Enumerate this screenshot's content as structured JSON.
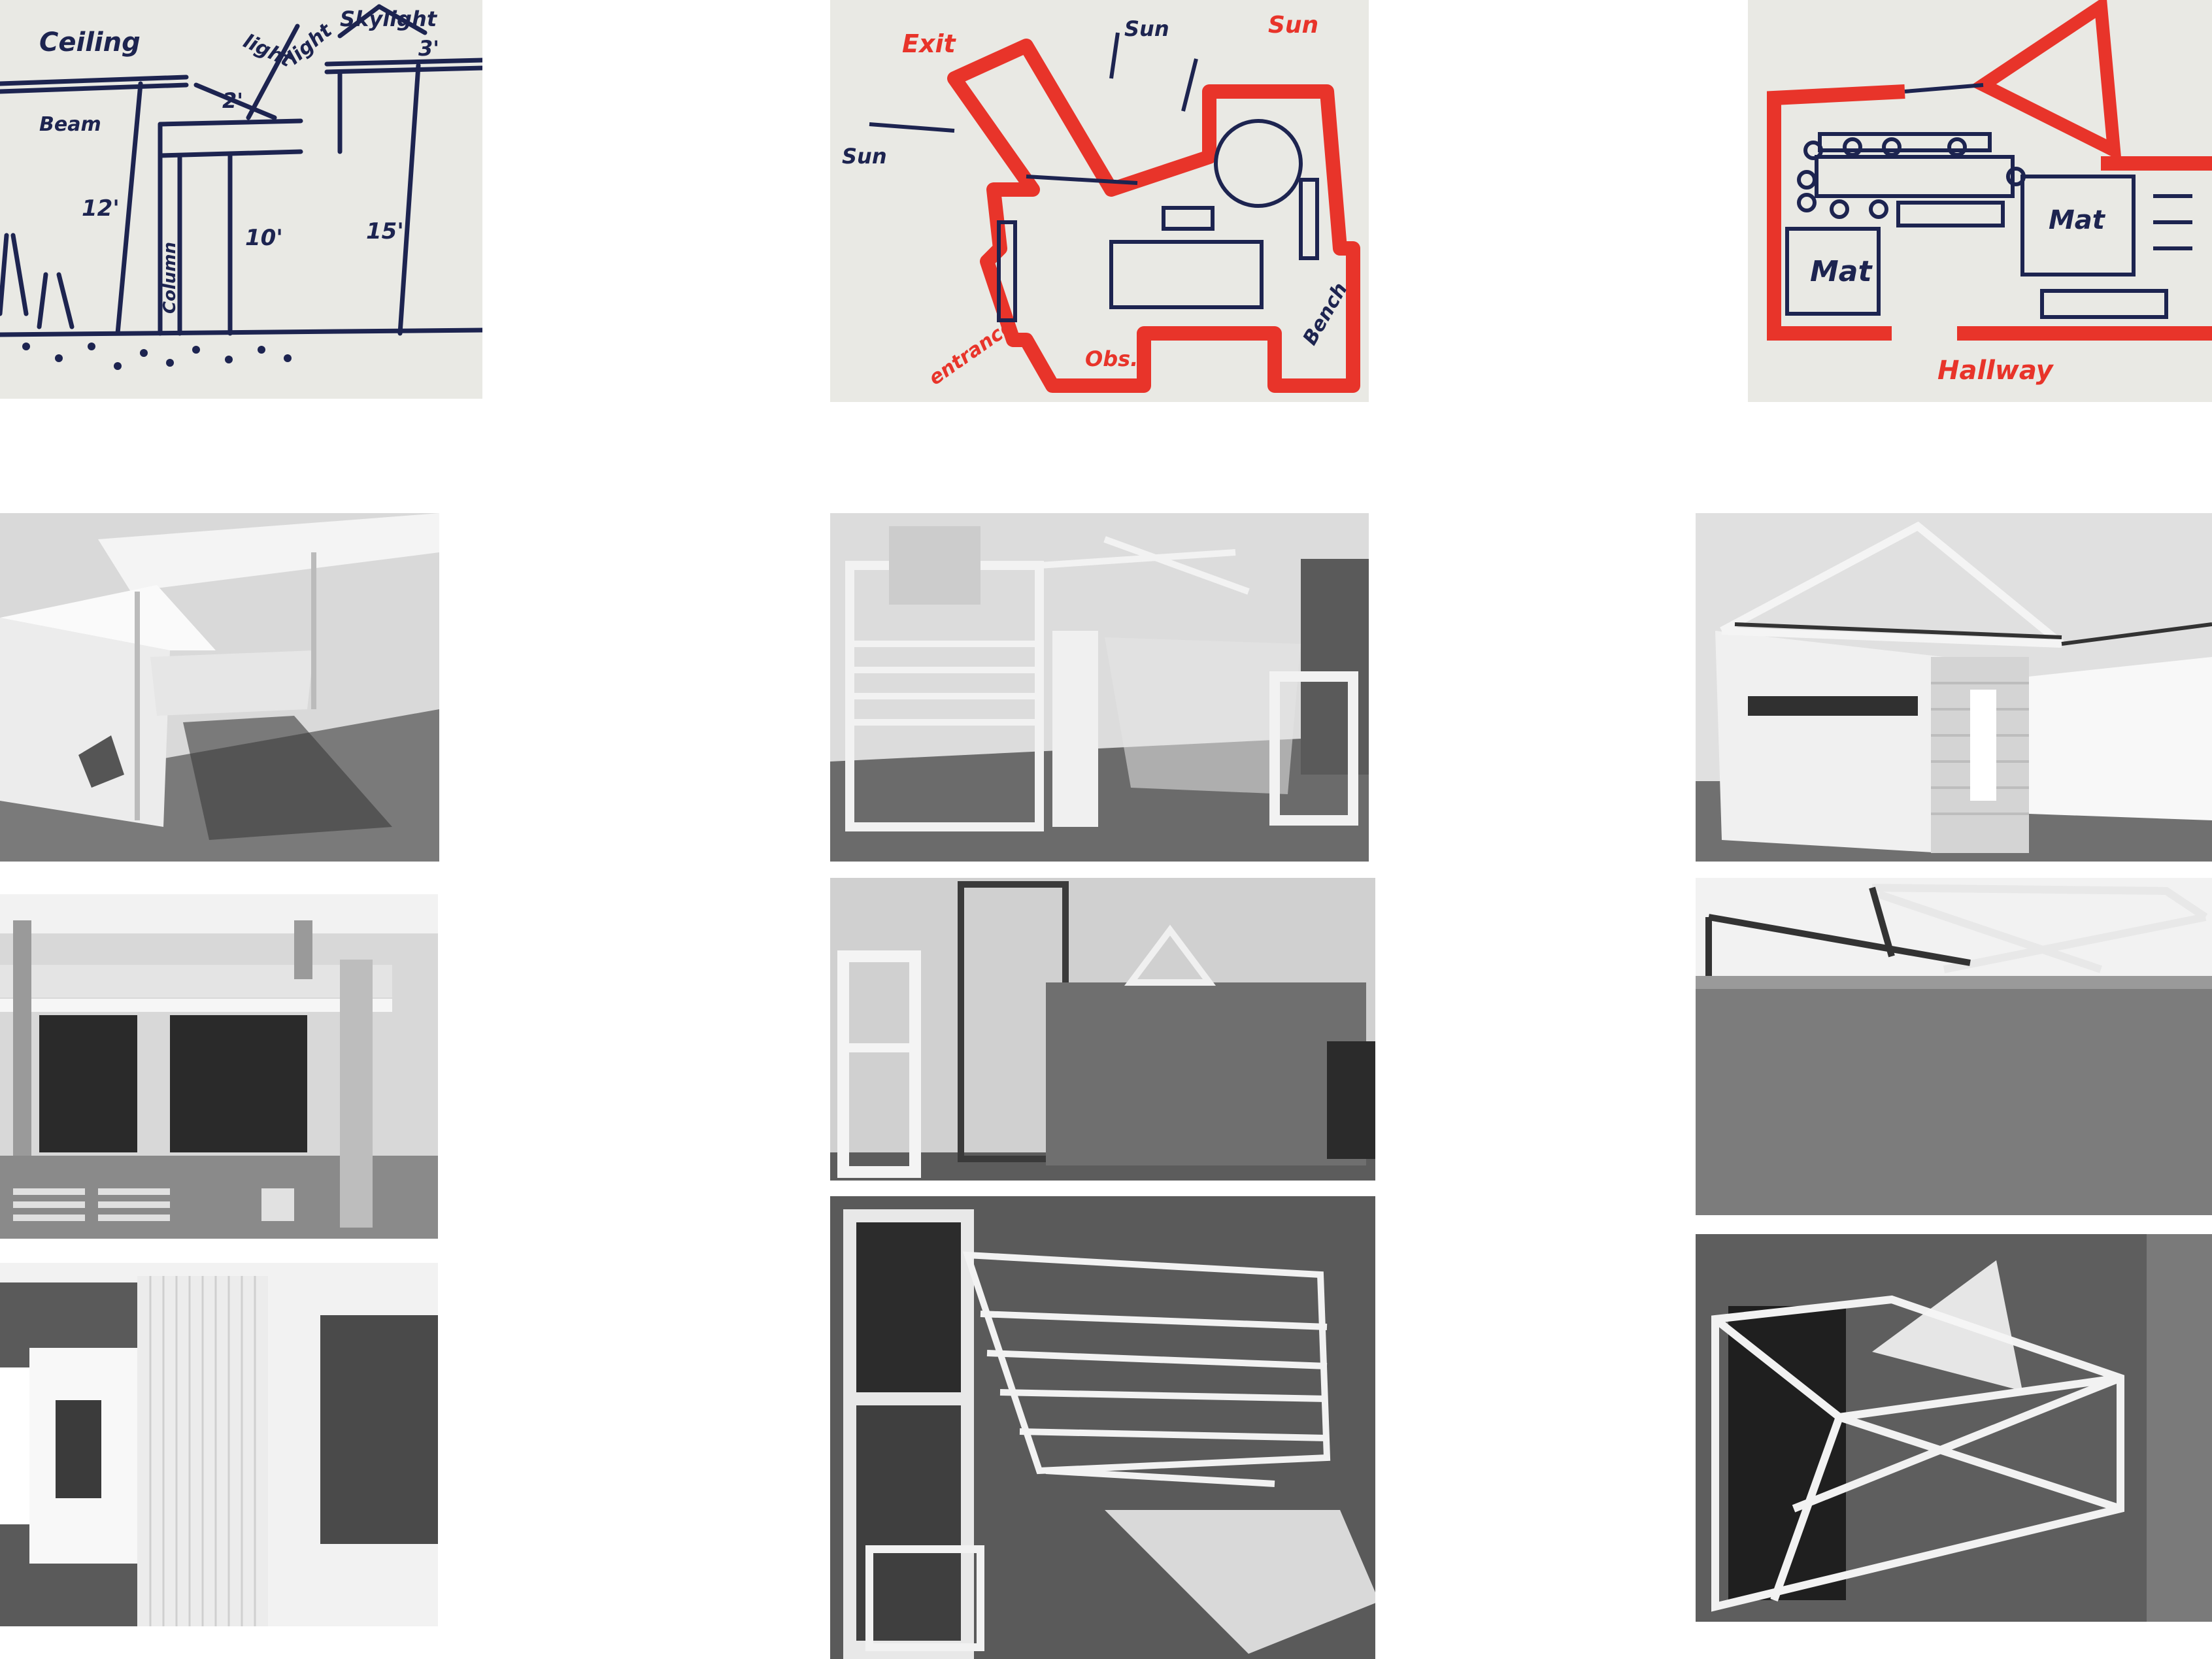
{
  "sketches": {
    "section": {
      "ceiling": "Ceiling",
      "skylight": "Skylight",
      "light_a": "light",
      "light_b": "light",
      "dim_2": "2'",
      "dim_3": "3'",
      "beam": "Beam",
      "dim_12": "12'",
      "dim_10": "10'",
      "dim_15": "15'",
      "column": "Column"
    },
    "plan_a": {
      "exit": "Exit",
      "sun_1": "Sun",
      "sun_2": "Sun",
      "sun_3": "Sun",
      "entrance": "entrance",
      "obs": "Obs.",
      "bench": "Bench"
    },
    "plan_b": {
      "mat_1": "Mat",
      "mat_2": "Mat",
      "hallway": "Hallway"
    }
  },
  "colors": {
    "paper": "#e9e9e4",
    "ink": "#1d2450",
    "marker_red": "#e8342a",
    "model_white": "#f2f2f2",
    "base_gray": "#6e6e6e"
  }
}
